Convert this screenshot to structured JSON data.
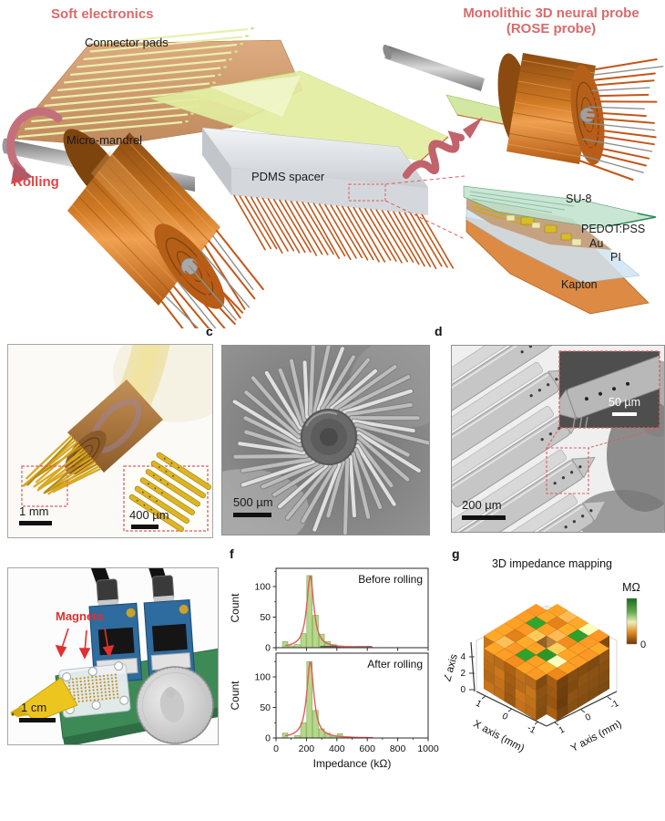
{
  "panel_a": {
    "title_left": "Soft electronics",
    "title_right_1": "Monolithic 3D neural probe",
    "title_right_2": "(ROSE probe)",
    "connector_pads": "Connector pads",
    "micro_mandrel": "Micro-mandrel",
    "rolling": "Rolling",
    "pdms_spacer": "PDMS spacer",
    "layers": [
      "SU-8",
      "PEDOT:PSS",
      "Au",
      "PI",
      "Kapton"
    ],
    "accent_pink": "#d96a6a",
    "rolling_red": "#e04545"
  },
  "panel_b": {
    "scalebar_main": "1 mm",
    "scalebar_inset": "400 µm"
  },
  "panel_c": {
    "label": "c",
    "scalebar": "500 µm"
  },
  "panel_d": {
    "label": "d",
    "scalebar_main": "200 µm",
    "scalebar_inset": "50 µm"
  },
  "panel_e": {
    "label_magnets": "Magnets",
    "scalebar": "1 cm"
  },
  "panel_f": {
    "label": "f"
  },
  "panel_g": {
    "label": "g"
  },
  "chart_data": [
    {
      "type": "histogram",
      "layout": "two stacked panels sharing x axis, boxed axes",
      "xlabel": "Impedance (kΩ)",
      "ylabel": "Count",
      "xlim": [
        0,
        1000
      ],
      "ylim": [
        0,
        130
      ],
      "xticks": [
        0,
        200,
        400,
        600,
        800,
        1000
      ],
      "yticks": [
        0,
        50,
        100
      ],
      "bin_width_kohm": 40,
      "bar_color": "#b7d78b",
      "bar_edge": "#86b35c",
      "panels": [
        {
          "title": "Before rolling",
          "bins": [
            {
              "x0": 40,
              "count": 10
            },
            {
              "x0": 80,
              "count": 3
            },
            {
              "x0": 120,
              "count": 5
            },
            {
              "x0": 160,
              "count": 23
            },
            {
              "x0": 200,
              "count": 118
            },
            {
              "x0": 240,
              "count": 53
            },
            {
              "x0": 280,
              "count": 22
            },
            {
              "x0": 320,
              "count": 10
            },
            {
              "x0": 360,
              "count": 5
            },
            {
              "x0": 400,
              "count": 3
            },
            {
              "x0": 440,
              "count": 2
            },
            {
              "x0": 480,
              "count": 2
            },
            {
              "x0": 560,
              "count": 1
            }
          ]
        },
        {
          "title": "After rolling",
          "bins": [
            {
              "x0": 40,
              "count": 8
            },
            {
              "x0": 120,
              "count": 4
            },
            {
              "x0": 160,
              "count": 25
            },
            {
              "x0": 200,
              "count": 125
            },
            {
              "x0": 240,
              "count": 45
            },
            {
              "x0": 280,
              "count": 15
            },
            {
              "x0": 320,
              "count": 8
            },
            {
              "x0": 360,
              "count": 3
            },
            {
              "x0": 400,
              "count": 7
            },
            {
              "x0": 440,
              "count": 2
            },
            {
              "x0": 520,
              "count": 1
            }
          ]
        }
      ],
      "fit_curve": {
        "shape": "lorentzian",
        "center_kohm": 225,
        "hwhm_kohm": 28,
        "peak": [
          118,
          125
        ],
        "color": "#e05c5c"
      }
    },
    {
      "type": "voxel-3d",
      "title": "3D impedance mapping",
      "xlabel": "X axis (mm)",
      "ylabel": "Y axis (mm)",
      "zlabel": "Z axis",
      "xticks": [
        1,
        0,
        -1
      ],
      "yticks": [
        -1,
        0,
        1
      ],
      "zticks": [
        0,
        2,
        4
      ],
      "colorbar": {
        "label": "MΩ",
        "min_label": "0",
        "stops": [
          "#1a6b1a",
          "#64ab50",
          "#f0ecba",
          "#df8a1f",
          "#6e3508"
        ]
      },
      "grid_rows": [
        ".oloyo.",
        "oodogoo",
        "ogoldoo",
        "oolhloo",
        "odoogyo",
        "ologood",
        ".oodoo."
      ],
      "legend_colors": {
        "o": "#d9801f",
        "d": "#b96a16",
        "l": "#e59a45",
        "g": "#237d23",
        "y": "#ddd58f",
        "h": "#8a5a20"
      },
      "z_layers": 4,
      "value_note": "most voxels low impedance (orange, near 0 MΩ); scattered high-impedance green voxels"
    }
  ]
}
